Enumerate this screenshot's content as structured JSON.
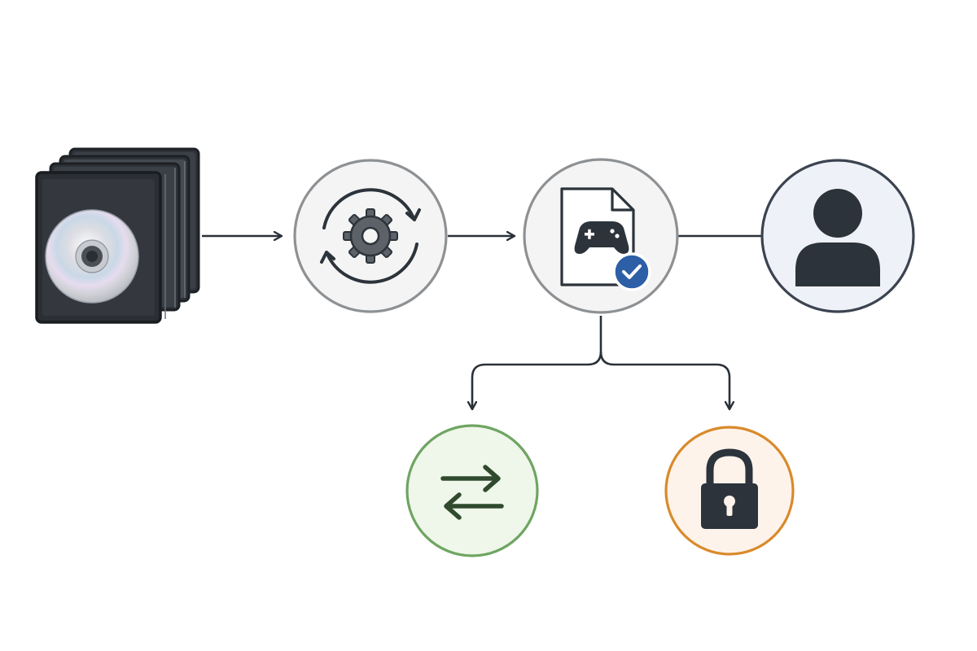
{
  "diagram": {
    "description_visible_text": "",
    "colors": {
      "background": "#ffffff",
      "connector": "#2b3138",
      "node_neutral_fill": "#f4f4f5",
      "node_neutral_stroke": "#8e9194",
      "node_user_fill": "#eef1f8",
      "node_user_stroke": "#3c4350",
      "node_green_fill": "#eff6ea",
      "node_green_stroke": "#6fa562",
      "node_orange_fill": "#fdf3ea",
      "node_orange_stroke": "#d98a2b",
      "icon_dark": "#2c333b",
      "icon_green": "#2f4a2c",
      "badge_blue": "#2d5fa6"
    },
    "nodes": [
      {
        "id": "disc-stack",
        "icon": "disc-case-stack-icon"
      },
      {
        "id": "processing",
        "icon": "gear-sync-icon"
      },
      {
        "id": "game-file",
        "icon": "game-file-verified-icon"
      },
      {
        "id": "user",
        "icon": "user-icon"
      },
      {
        "id": "exchange",
        "icon": "swap-arrows-icon"
      },
      {
        "id": "locked",
        "icon": "padlock-icon"
      }
    ],
    "edges": [
      {
        "from": "disc-stack",
        "to": "processing",
        "arrow": true
      },
      {
        "from": "processing",
        "to": "game-file",
        "arrow": true
      },
      {
        "from": "game-file",
        "to": "user",
        "arrow": false
      },
      {
        "from": "game-file",
        "to": "exchange",
        "arrow": true
      },
      {
        "from": "game-file",
        "to": "locked",
        "arrow": true
      }
    ]
  }
}
